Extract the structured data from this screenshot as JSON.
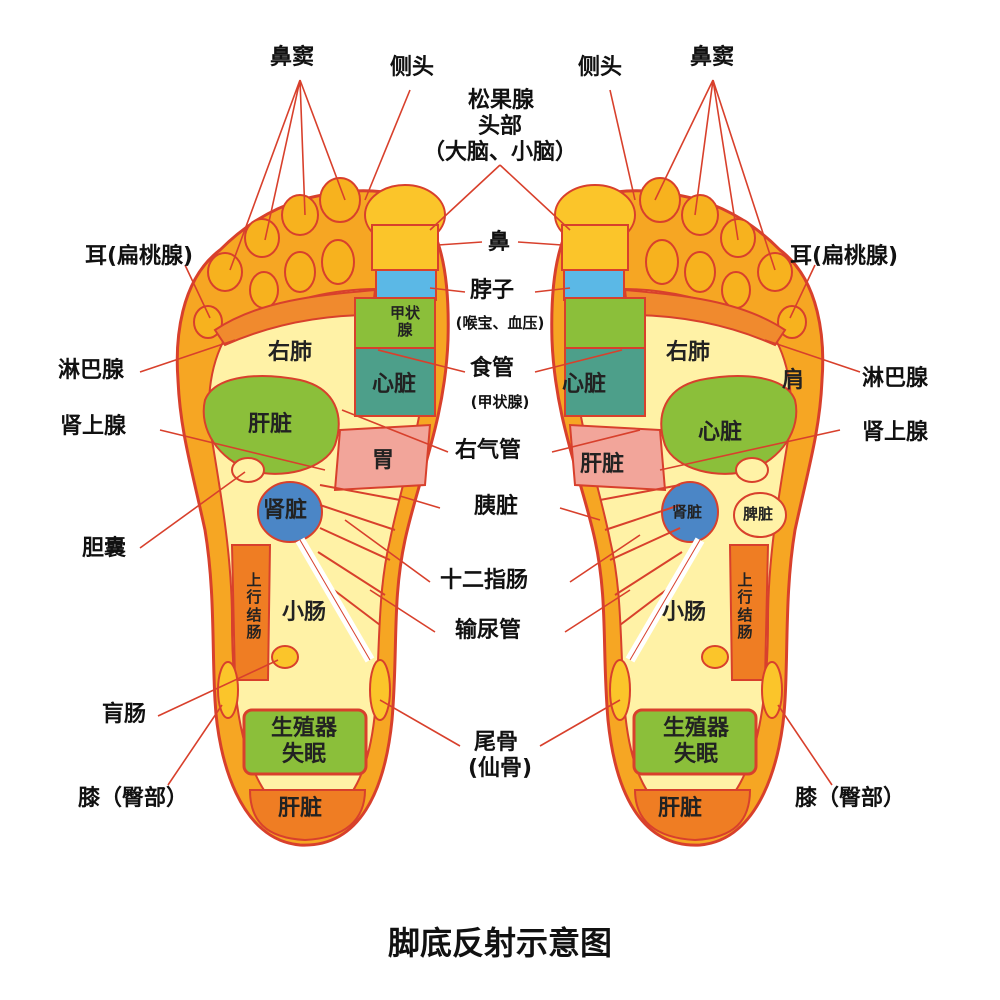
{
  "title": "脚底反射示意图",
  "colors": {
    "outline": "#d8402c",
    "foot_outer": "#f6a623",
    "foot_inner": "#fff2a6",
    "toe_orange": "#f7b21e",
    "toe_big": "#fbc52a",
    "green": "#8bbf3a",
    "teal": "#4d9f8a",
    "blue_light": "#5bb8e6",
    "blue_kidney": "#4b86c6",
    "pink": "#f2a59a",
    "orange_dark": "#ef7d23",
    "lung_band": "#f08a2e"
  },
  "labels": {
    "sinus_left": "鼻窦",
    "side_head_left": "侧头",
    "side_head_right": "侧头",
    "sinus_right": "鼻窦",
    "pineal": "松果腺",
    "head": "头部",
    "brain": "（大脑、小脑）",
    "ear_left": "耳(扁桃腺)",
    "ear_right": "耳(扁桃腺)",
    "nose": "鼻",
    "neck": "脖子",
    "neck_sub": "(喉宝、血压)",
    "lymph_left": "淋巴腺",
    "lymph_right": "淋巴腺",
    "esophagus": "食管",
    "esophagus_sub": "(甲状腺)",
    "adrenal_left": "肾上腺",
    "adrenal_right": "肾上腺",
    "trachea": "右气管",
    "pancreas": "胰脏",
    "gallbladder": "胆囊",
    "duodenum": "十二指肠",
    "ureter": "输尿管",
    "cecum": "肓肠",
    "coccyx": "尾骨",
    "sacrum": "(仙骨)",
    "knee_left": "膝（臀部）",
    "knee_right": "膝（臀部）"
  },
  "left_foot": {
    "right_lung": "右肺",
    "thyroid": "甲状\n腺",
    "heart": "心脏",
    "liver": "肝脏",
    "stomach": "胃",
    "kidney": "肾脏",
    "ascending_colon": "上\n行\n结\n肠",
    "small_intestine": "小肠",
    "reproductive": "生殖器",
    "insomnia": "失眠",
    "heel_liver": "肝脏"
  },
  "right_foot": {
    "right_lung": "右肺",
    "shoulder": "肩",
    "heart_big": "心脏",
    "heart_small": "心脏",
    "liver": "肝脏",
    "kidney": "肾脏",
    "spleen": "脾脏",
    "ascending_colon": "上\n行\n结\n肠",
    "small_intestine": "小肠",
    "reproductive": "生殖器",
    "insomnia": "失眠",
    "heel_liver": "肝脏"
  }
}
